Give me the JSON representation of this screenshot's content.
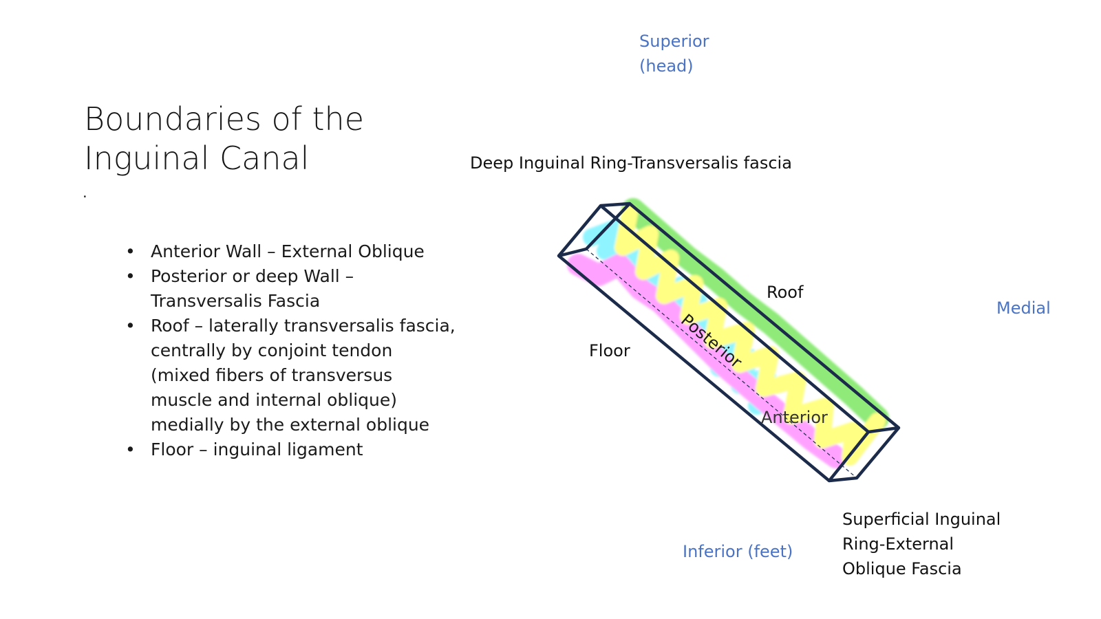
{
  "slide": {
    "title": "Boundaries of the Inguinal Canal",
    "dot": ".",
    "bullets": [
      "Anterior Wall – External Oblique",
      "Posterior or deep Wall – Transversalis Fascia",
      "Roof – laterally transversalis fascia, centrally by conjoint tendon (mixed fibers of transversus muscle and internal oblique) medially by the external oblique",
      "Floor – inguinal ligament"
    ]
  },
  "diagram": {
    "orientation": {
      "superior": "Superior\n(head)",
      "inferior": "Inferior (feet)",
      "medial": "Medial"
    },
    "labels": {
      "deep_ring": "Deep Inguinal Ring-Transversalis fascia",
      "superficial_ring": "Superficial Inguinal\nRing-External\nOblique Fascia",
      "roof": "Roof",
      "floor": "Floor",
      "posterior": "Posterior",
      "anterior": "Anterior"
    },
    "colors": {
      "outline": "#1c2b4a",
      "roof": "#44dd22",
      "posterior": "#44eeff",
      "anterior": "#ffff33",
      "floor": "#ff66ff",
      "orientation_text": "#4a73c4"
    }
  }
}
